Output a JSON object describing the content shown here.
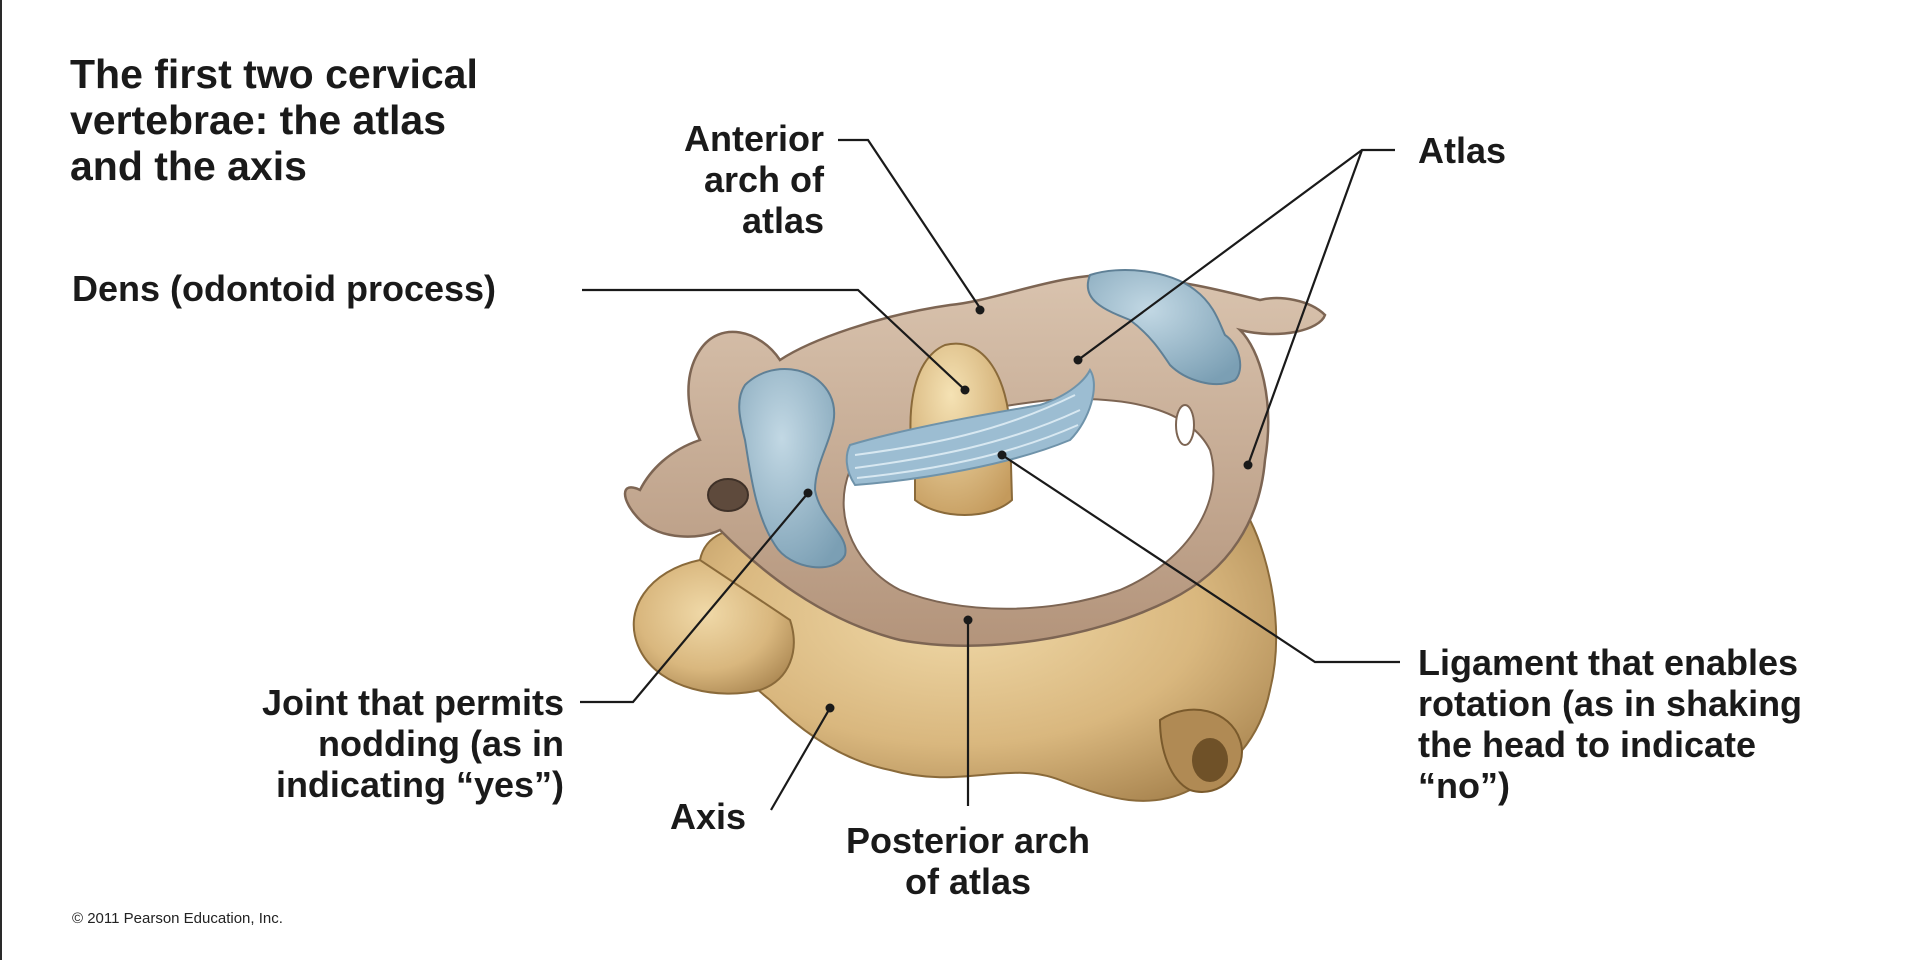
{
  "title": "The first two cervical\nvertebrae: the atlas\nand the axis",
  "labels": {
    "anterior_arch": "Anterior\narch of\natlas",
    "atlas": "Atlas",
    "dens": "Dens  (odontoid process)",
    "ligament": "Ligament that enables\nrotation (as in shaking\nthe head to indicate\n“no”)",
    "joint": "Joint that permits\nnodding (as in\nindicating “yes”)",
    "axis": "Axis",
    "posterior_arch": "Posterior arch\nof atlas"
  },
  "copyright": "© 2011 Pearson Education, Inc.",
  "colors": {
    "bone_axis": "#d9b77e",
    "bone_atlas": "#c8ad96",
    "cartilage": "#8fb1c4",
    "ligament": "#9cbdd2",
    "leader": "#1a1a1a"
  }
}
